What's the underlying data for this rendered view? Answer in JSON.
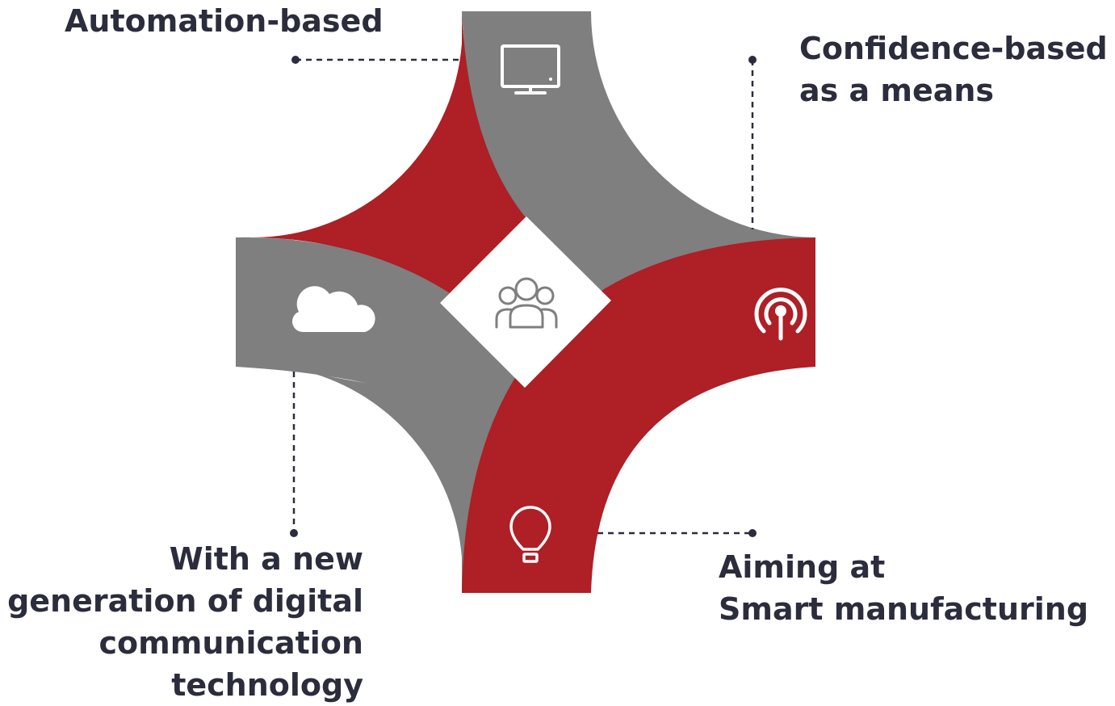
{
  "colors": {
    "red": "#ae1f26",
    "gray": "#7f7f7f",
    "text": "#2b2d3c",
    "connector": "#2b2d3c",
    "icon": "#ffffff",
    "center_icon": "#7f7f7f"
  },
  "labels": {
    "top_left": [
      "Automation-based"
    ],
    "top_right": [
      "Confidence-based",
      "as a means"
    ],
    "bottom_left": [
      "With a new",
      "generation of digital",
      "communication",
      "technology"
    ],
    "bottom_right": [
      "Aiming at",
      "Smart manufacturing"
    ]
  },
  "icons": {
    "top": "monitor-icon",
    "left": "cloud-icon",
    "right": "broadcast-icon",
    "bottom": "lightbulb-icon",
    "center": "people-group-icon"
  }
}
